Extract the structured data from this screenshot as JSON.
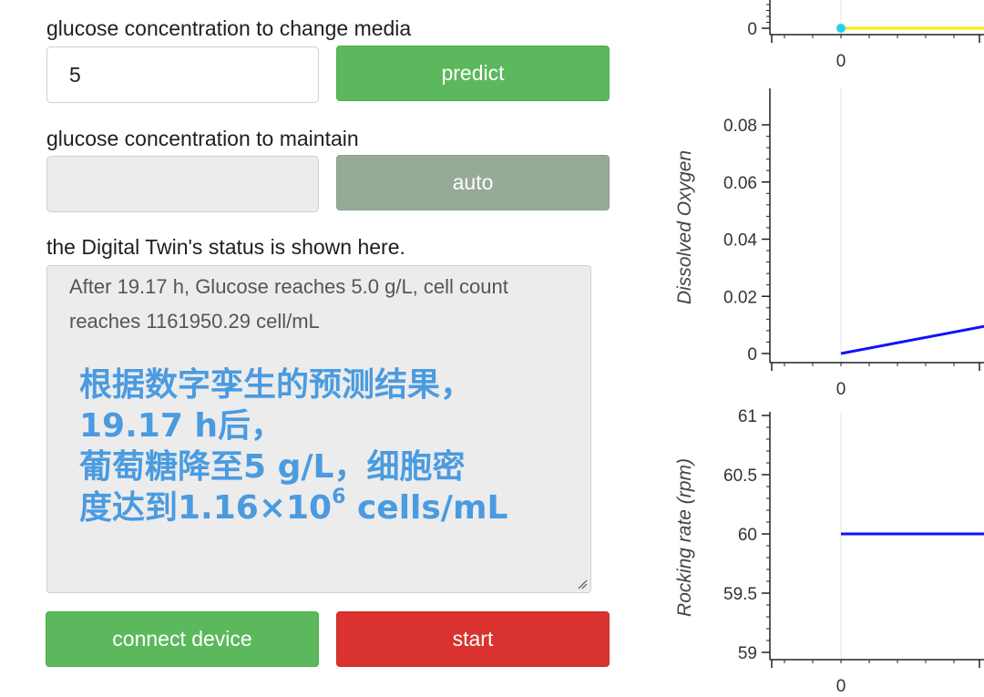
{
  "form": {
    "change_media_label": "glucose concentration to change media",
    "change_media_value": "5",
    "predict_label": "predict",
    "maintain_label": "glucose concentration to maintain",
    "maintain_value": "",
    "auto_label": "auto",
    "status_label": "the Digital Twin's status is shown here.",
    "status_text": "After 19.17 h, Glucose reaches 5.0 g/L, cell count reaches 1161950.29 cell/mL",
    "connect_label": "connect device",
    "start_label": "start"
  },
  "overlay": {
    "line1": "根据数字孪生的预测结果，",
    "line2": "19.17 h后，",
    "line3": "葡萄糖降至5 g/L，细胞密",
    "line4_prefix": "度达到1.16×10",
    "line4_sup": "6",
    "line4_suffix": " cells/mL"
  },
  "chart_data": [
    {
      "type": "line",
      "title": "",
      "xlabel": "",
      "ylabel": "",
      "x_ticks": [
        "0"
      ],
      "y_ticks": [
        "0"
      ],
      "series": [
        {
          "color": "#ffea00",
          "points": [
            [
              0,
              0
            ]
          ]
        }
      ]
    },
    {
      "type": "line",
      "title": "",
      "xlabel": "",
      "ylabel": "Dissolved Oxygen",
      "ylim": [
        0,
        0.09
      ],
      "x_ticks": [
        "0"
      ],
      "y_ticks": [
        "0",
        "0.02",
        "0.04",
        "0.06",
        "0.08"
      ],
      "series": [
        {
          "color": "#1010ff",
          "points": [
            [
              0,
              0
            ],
            [
              4.5,
              0.0095
            ]
          ]
        }
      ]
    },
    {
      "type": "line",
      "title": "",
      "xlabel": "",
      "ylabel": "Rocking rate (rpm)",
      "ylim": [
        59,
        61
      ],
      "x_ticks": [
        "0"
      ],
      "y_ticks": [
        "59",
        "59.5",
        "60",
        "60.5",
        "61"
      ],
      "series": [
        {
          "color": "#1010ff",
          "points": [
            [
              0,
              60
            ],
            [
              4.5,
              60
            ]
          ]
        }
      ]
    }
  ]
}
